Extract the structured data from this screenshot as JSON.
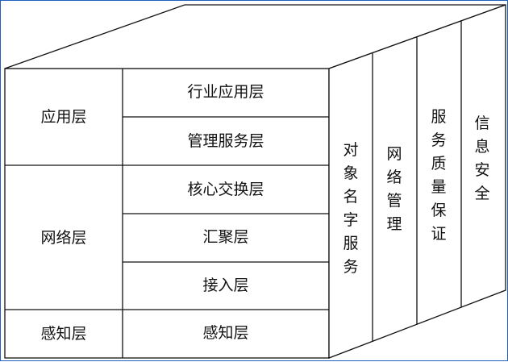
{
  "left_groups": [
    {
      "label": "应用层"
    },
    {
      "label": "网络层"
    },
    {
      "label": "感知层"
    }
  ],
  "layers": [
    {
      "label": "行业应用层"
    },
    {
      "label": "管理服务层"
    },
    {
      "label": "核心交换层"
    },
    {
      "label": "汇聚层"
    },
    {
      "label": "接入层"
    },
    {
      "label": "感知层"
    }
  ],
  "side_columns": [
    {
      "label": "对象名字服务"
    },
    {
      "label": "网络管理"
    },
    {
      "label": "服务质量保证"
    },
    {
      "label": "信息安全"
    }
  ],
  "colors": {
    "frame": "#1f5fbf",
    "line": "#111111",
    "background": "#ffffff"
  }
}
